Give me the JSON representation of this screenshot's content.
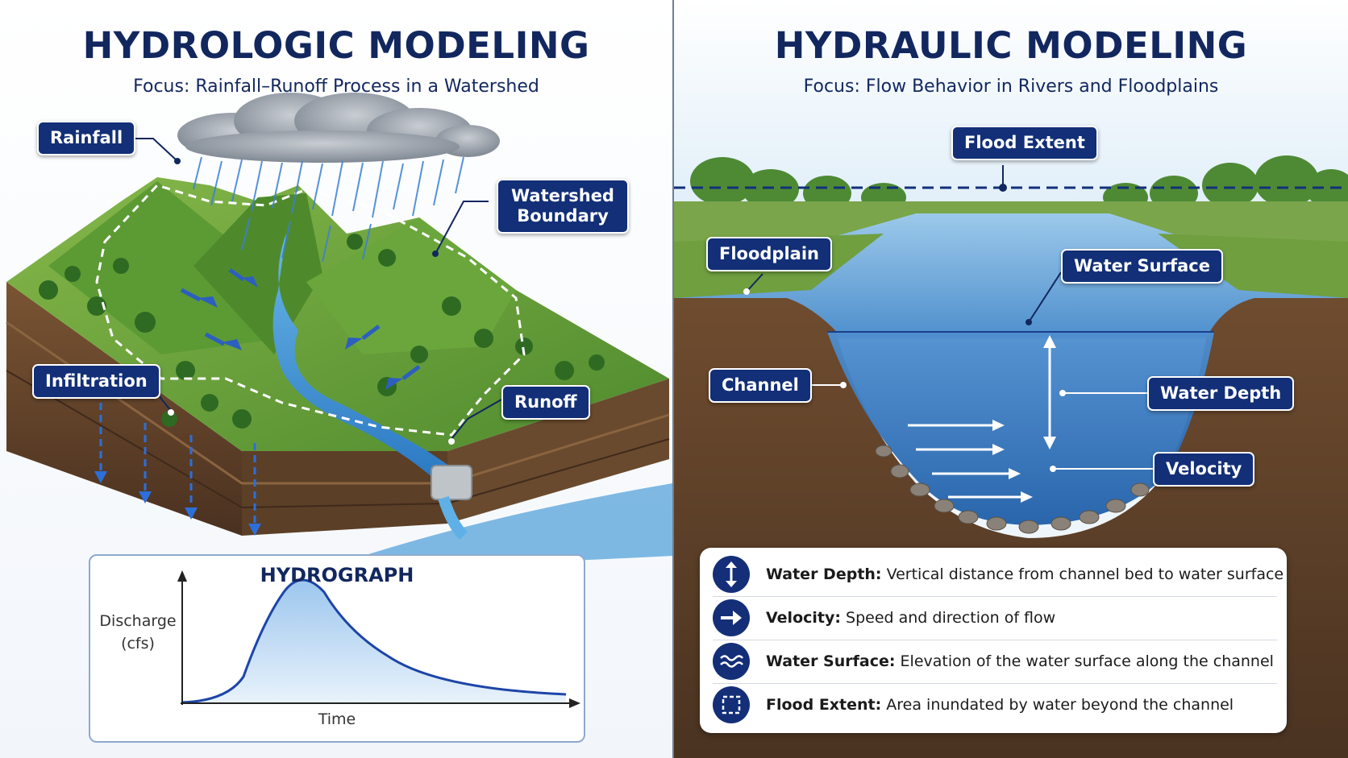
{
  "hydrologic": {
    "title": "HYDROLOGIC MODELING",
    "subtitle": "Focus: Rainfall–Runoff Process in a Watershed",
    "callouts": {
      "rainfall": "Rainfall",
      "watershed_boundary": "Watershed Boundary",
      "infiltration": "Infiltration",
      "runoff": "Runoff"
    },
    "hydrograph": {
      "title": "HYDROGRAPH",
      "ylabel_line1": "Discharge",
      "ylabel_line2": "(cfs)",
      "xlabel": "Time"
    }
  },
  "hydraulic": {
    "title": "HYDRAULIC MODELING",
    "subtitle": "Focus: Flow Behavior in Rivers and Floodplains",
    "callouts": {
      "flood_extent": "Flood Extent",
      "floodplain": "Floodplain",
      "water_surface": "Water Surface",
      "channel": "Channel",
      "water_depth": "Water Depth",
      "velocity": "Velocity"
    },
    "legend": [
      {
        "term": "Water Depth:",
        "desc": "Vertical distance from channel bed to water surface",
        "icon": "vertical-arrows-icon"
      },
      {
        "term": "Velocity:",
        "desc": "Speed and direction of flow",
        "icon": "right-arrow-icon"
      },
      {
        "term": "Water Surface:",
        "desc": "Elevation of the water surface along the channel",
        "icon": "waves-icon"
      },
      {
        "term": "Flood Extent:",
        "desc": "Area inundated by water beyond the channel",
        "icon": "dashed-square-icon"
      }
    ]
  },
  "colors": {
    "navy": "#12275e",
    "callout_bg": "#122f77",
    "water": "#2f6fb5",
    "grass": "#6a9e38",
    "soil": "#6b4a2c"
  }
}
